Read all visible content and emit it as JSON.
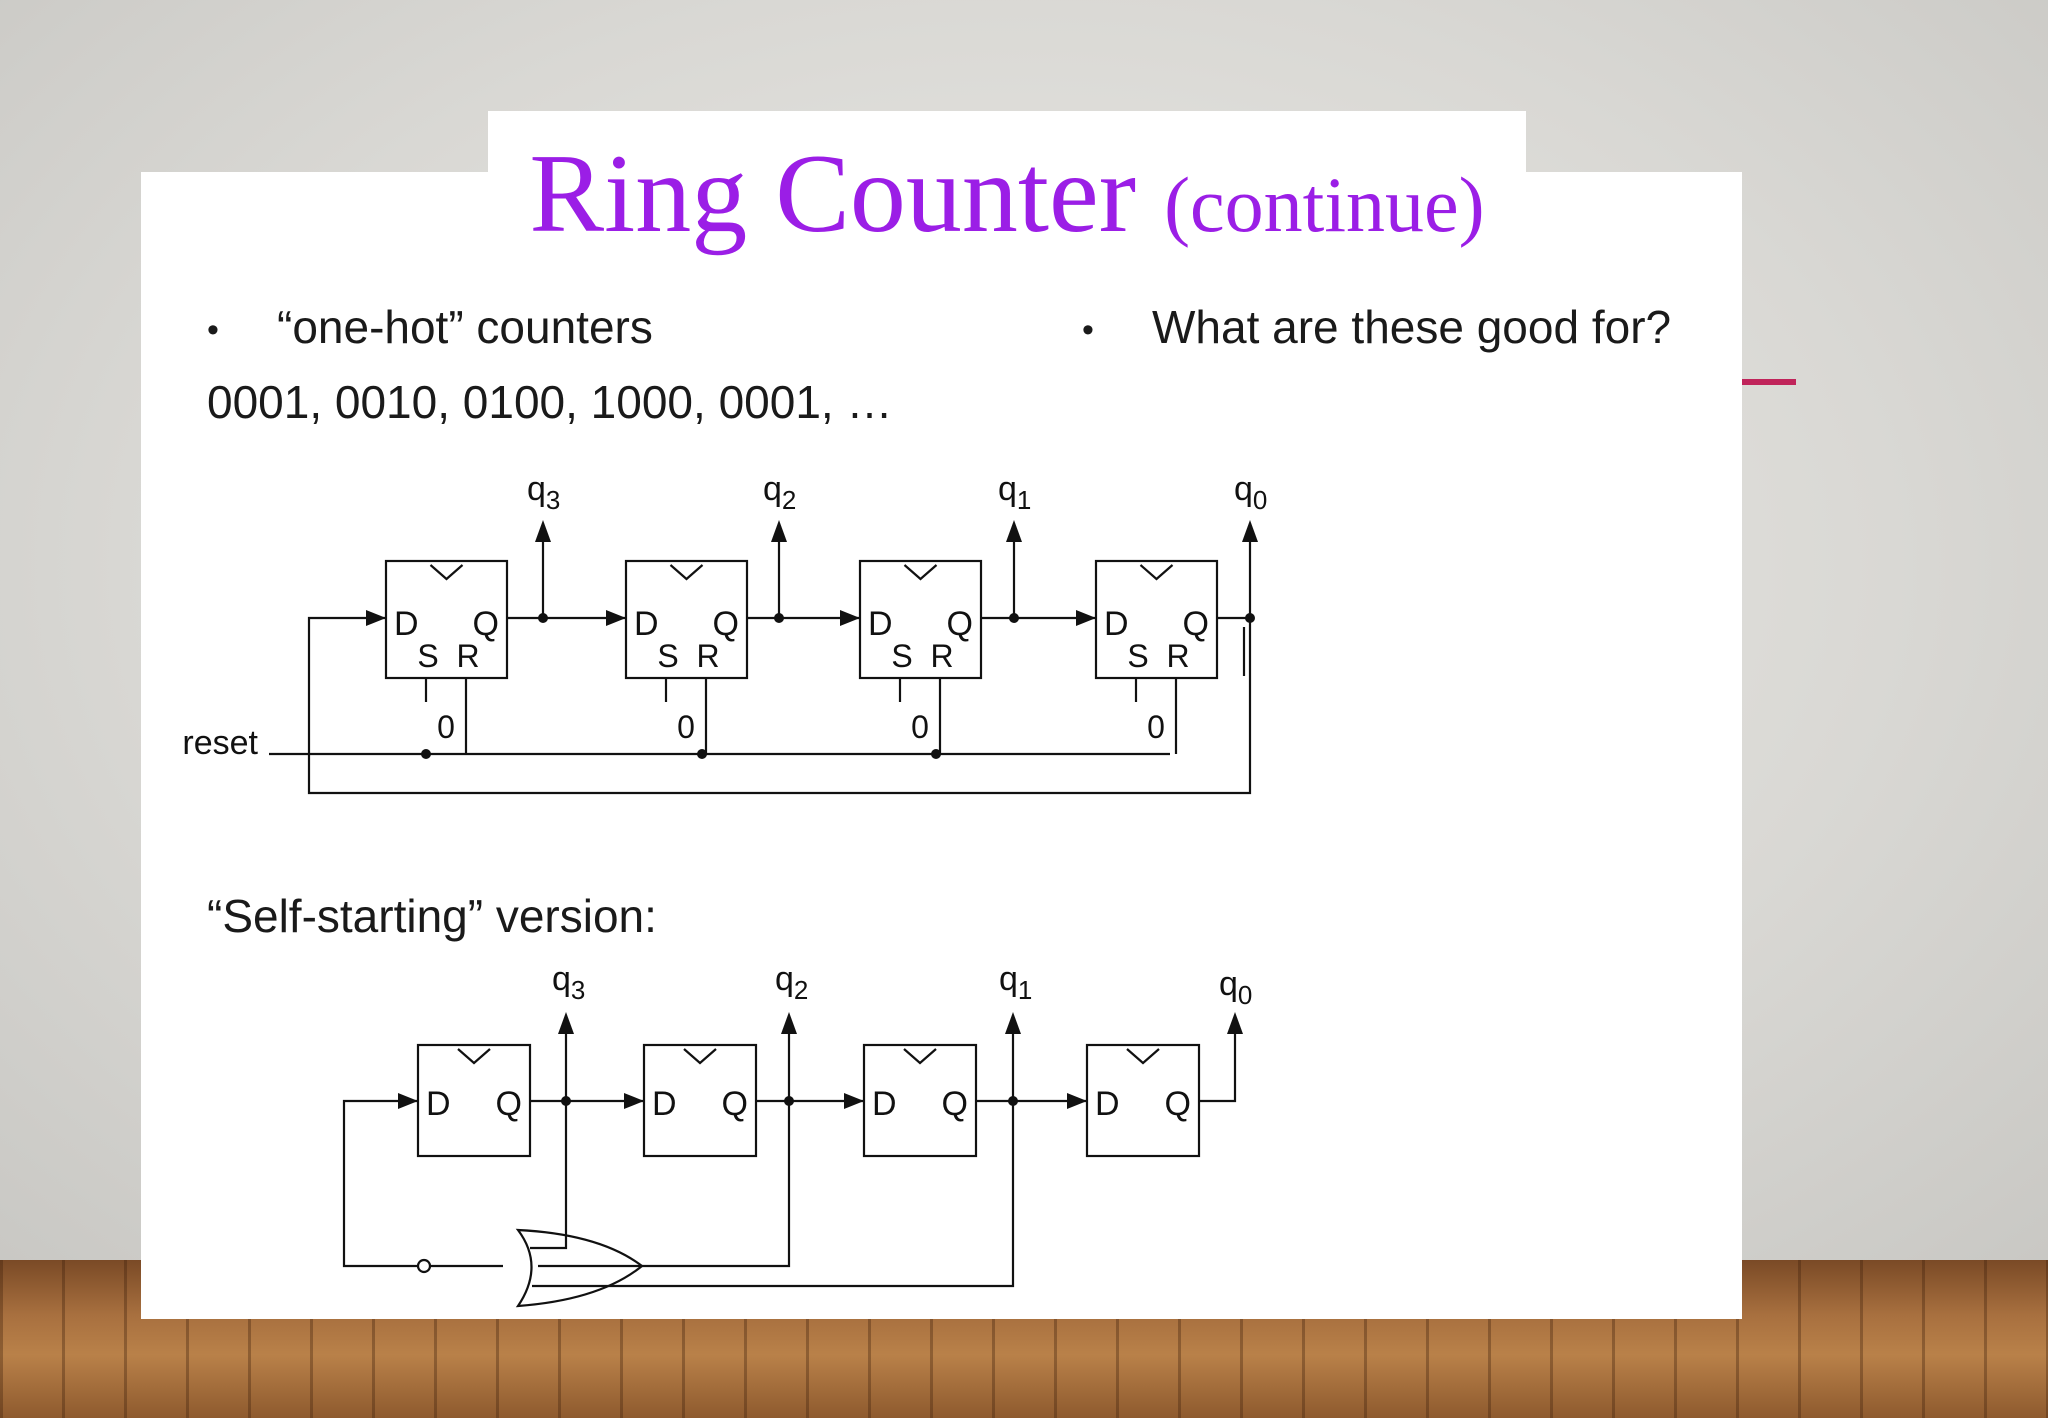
{
  "title": {
    "main": "Ring Counter",
    "sub": "(continue)"
  },
  "bullets": [
    {
      "symbol": "•",
      "text": "“one-hot” counters"
    },
    {
      "symbol": "•",
      "text": "What are these good for?"
    }
  ],
  "sequence": "0001, 0010, 0100, 1000, 0001, …",
  "self_starting_label": "“Self-starting” version:",
  "diagram": {
    "reset_label": "reset",
    "ff_d": "D",
    "ff_q": "Q",
    "ff_s": "S",
    "ff_r": "R",
    "zero": "0",
    "q_letter": "q",
    "q_indices": [
      "3",
      "2",
      "1",
      "0"
    ]
  },
  "colors": {
    "title": "#9b1ee6",
    "accent": "#c0245a",
    "slide": "#ffffff"
  }
}
